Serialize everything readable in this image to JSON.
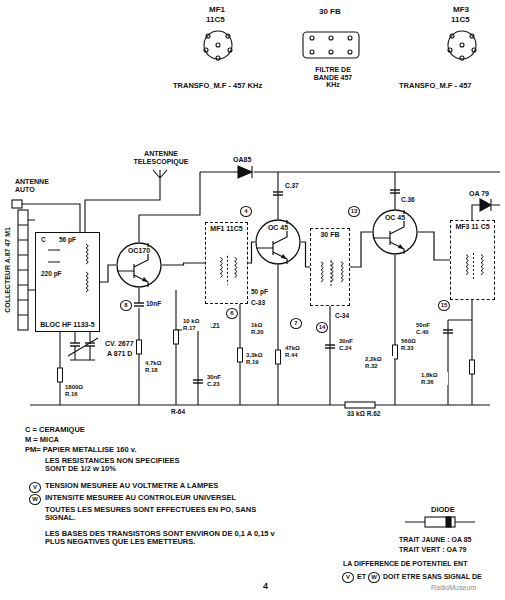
{
  "diagram": {
    "nodes": [
      {
        "text": [
          "BLOC HF 1133-5"
        ]
      },
      {
        "text": [
          "OC170"
        ]
      },
      {
        "text": [
          "MF1 11C5"
        ]
      },
      {
        "text": [
          "OC 45"
        ]
      },
      {
        "text": [
          "30 FB"
        ]
      },
      {
        "text": [
          "OC 45"
        ]
      },
      {
        "text": [
          "MF3 11 C5"
        ]
      }
    ],
    "edges": [
      {
        "from": 0,
        "to": 1,
        "arrow": "none"
      },
      {
        "from": 1,
        "to": 2,
        "arrow": "none"
      },
      {
        "from": 2,
        "to": 3,
        "arrow": "none"
      },
      {
        "from": 3,
        "to": 4,
        "arrow": "none"
      },
      {
        "from": 4,
        "to": 5,
        "arrow": "none"
      },
      {
        "from": 5,
        "to": 6,
        "arrow": "none"
      }
    ],
    "labels": [
      "MF1",
      "11C5",
      "TRANSFO_M.F - 457 KHz",
      "30 FB",
      "FILTRE DE BANDE 457 KHz",
      "MF3",
      "11C5",
      "TRANSFO_M.F - 457",
      "ANTENNE TELESCOPIQUE",
      "ANTENNE AUTO",
      "OA85",
      "C.37",
      "C.36",
      "OA 79",
      "COLLECTEUR A.87 47 M1",
      "C",
      "56 pF",
      "220 pF",
      "CV. 2677",
      "A 871 D",
      "10nF",
      "50 pF",
      "C-33",
      "C.21",
      "C-34",
      "1800Ω R.16",
      "10 kΩ R.17",
      "4,7kΩ R.18",
      "30nF C.23",
      "3,3kΩ R.19",
      "1kΩ R.20",
      "47kΩ R.44",
      "30nF C.24",
      "2,2kΩ R.32",
      "560Ω R.33",
      "50nF C.40",
      "33 kΩ R.62",
      "1,8kΩ R.36",
      "R-64",
      "4",
      "6",
      "7",
      "13",
      "14",
      "15",
      "8",
      "C = CERAMIQUE",
      "M = MICA",
      "PM= PAPIER METALLISE 160 v.",
      "LES RESISTANCES NON SPECIFIEES SONT DE 1/2 w 10%",
      "V",
      "TENSION MESUREE AU VOLTMETRE A LAMPES",
      "W",
      "INTENSITE MESUREE AU CONTROLEUR UNIVERSEL",
      "TOUTES LES MESURES SONT EFFECTUEES EN PO, SANS SIGNAL.",
      "LES BASES DES TRANSISTORS SONT ENVIRON DE 0,1 A 0,15 v PLUS NEGATIVES QUE LES EMETTEURS.",
      "DIODE",
      "TRAIT JAUNE : OA 85",
      "TRAIT VERT : OA 79",
      "LA DIFFERENCE DE POTENTIEL ENT",
      "V",
      "ET",
      "W",
      "DOIT ETRE SANS SIGNAL DE",
      "4",
      "RadioMuseum"
    ]
  }
}
